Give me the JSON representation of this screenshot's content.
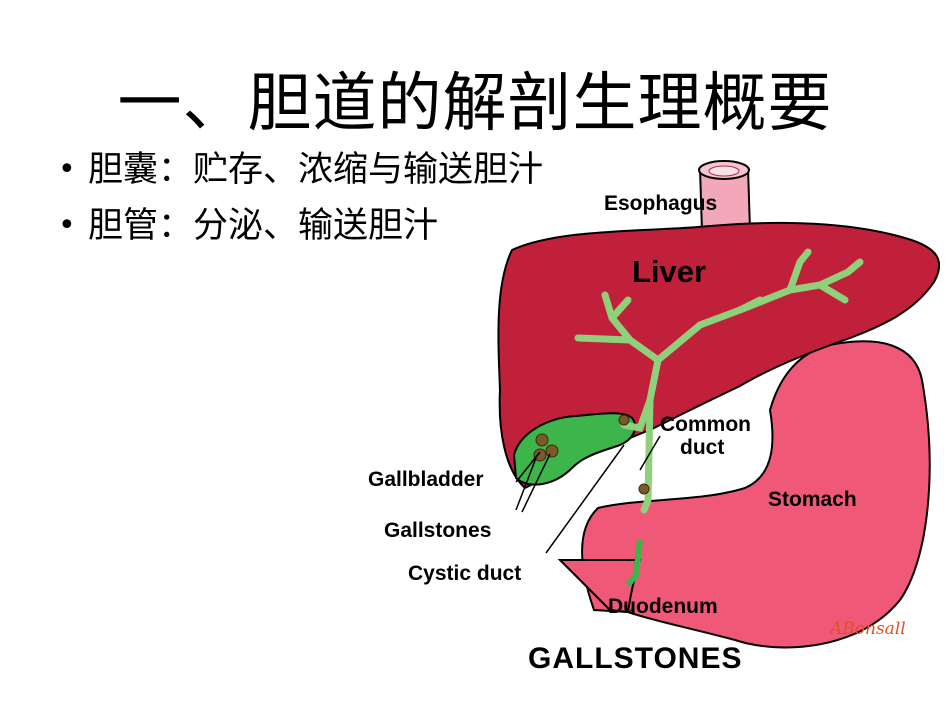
{
  "title": "一、胆道的解剖生理概要",
  "bullets": [
    {
      "marker": "•",
      "text": "胆囊：贮存、浓缩与输送胆汁"
    },
    {
      "marker": "•",
      "text": "胆管：分泌、输送胆汁"
    }
  ],
  "diagram": {
    "labels": {
      "esophagus": "Esophagus",
      "liver": "Liver",
      "common_duct_line1": "Common",
      "common_duct_line2": "duct",
      "gallbladder": "Gallbladder",
      "stomach": "Stomach",
      "gallstones": "Gallstones",
      "cystic_duct": "Cystic duct",
      "duodenum": "Duodenum",
      "caption": "GALLSTONES",
      "signature": "ABonsall"
    },
    "colors": {
      "liver": "#c0203a",
      "stomach": "#f05878",
      "gallbladder": "#3db54a",
      "ducts": "#8fd07a",
      "stones": "#7a5a28",
      "esophagus": "#f2a8b8",
      "signature": "#e05020"
    }
  }
}
